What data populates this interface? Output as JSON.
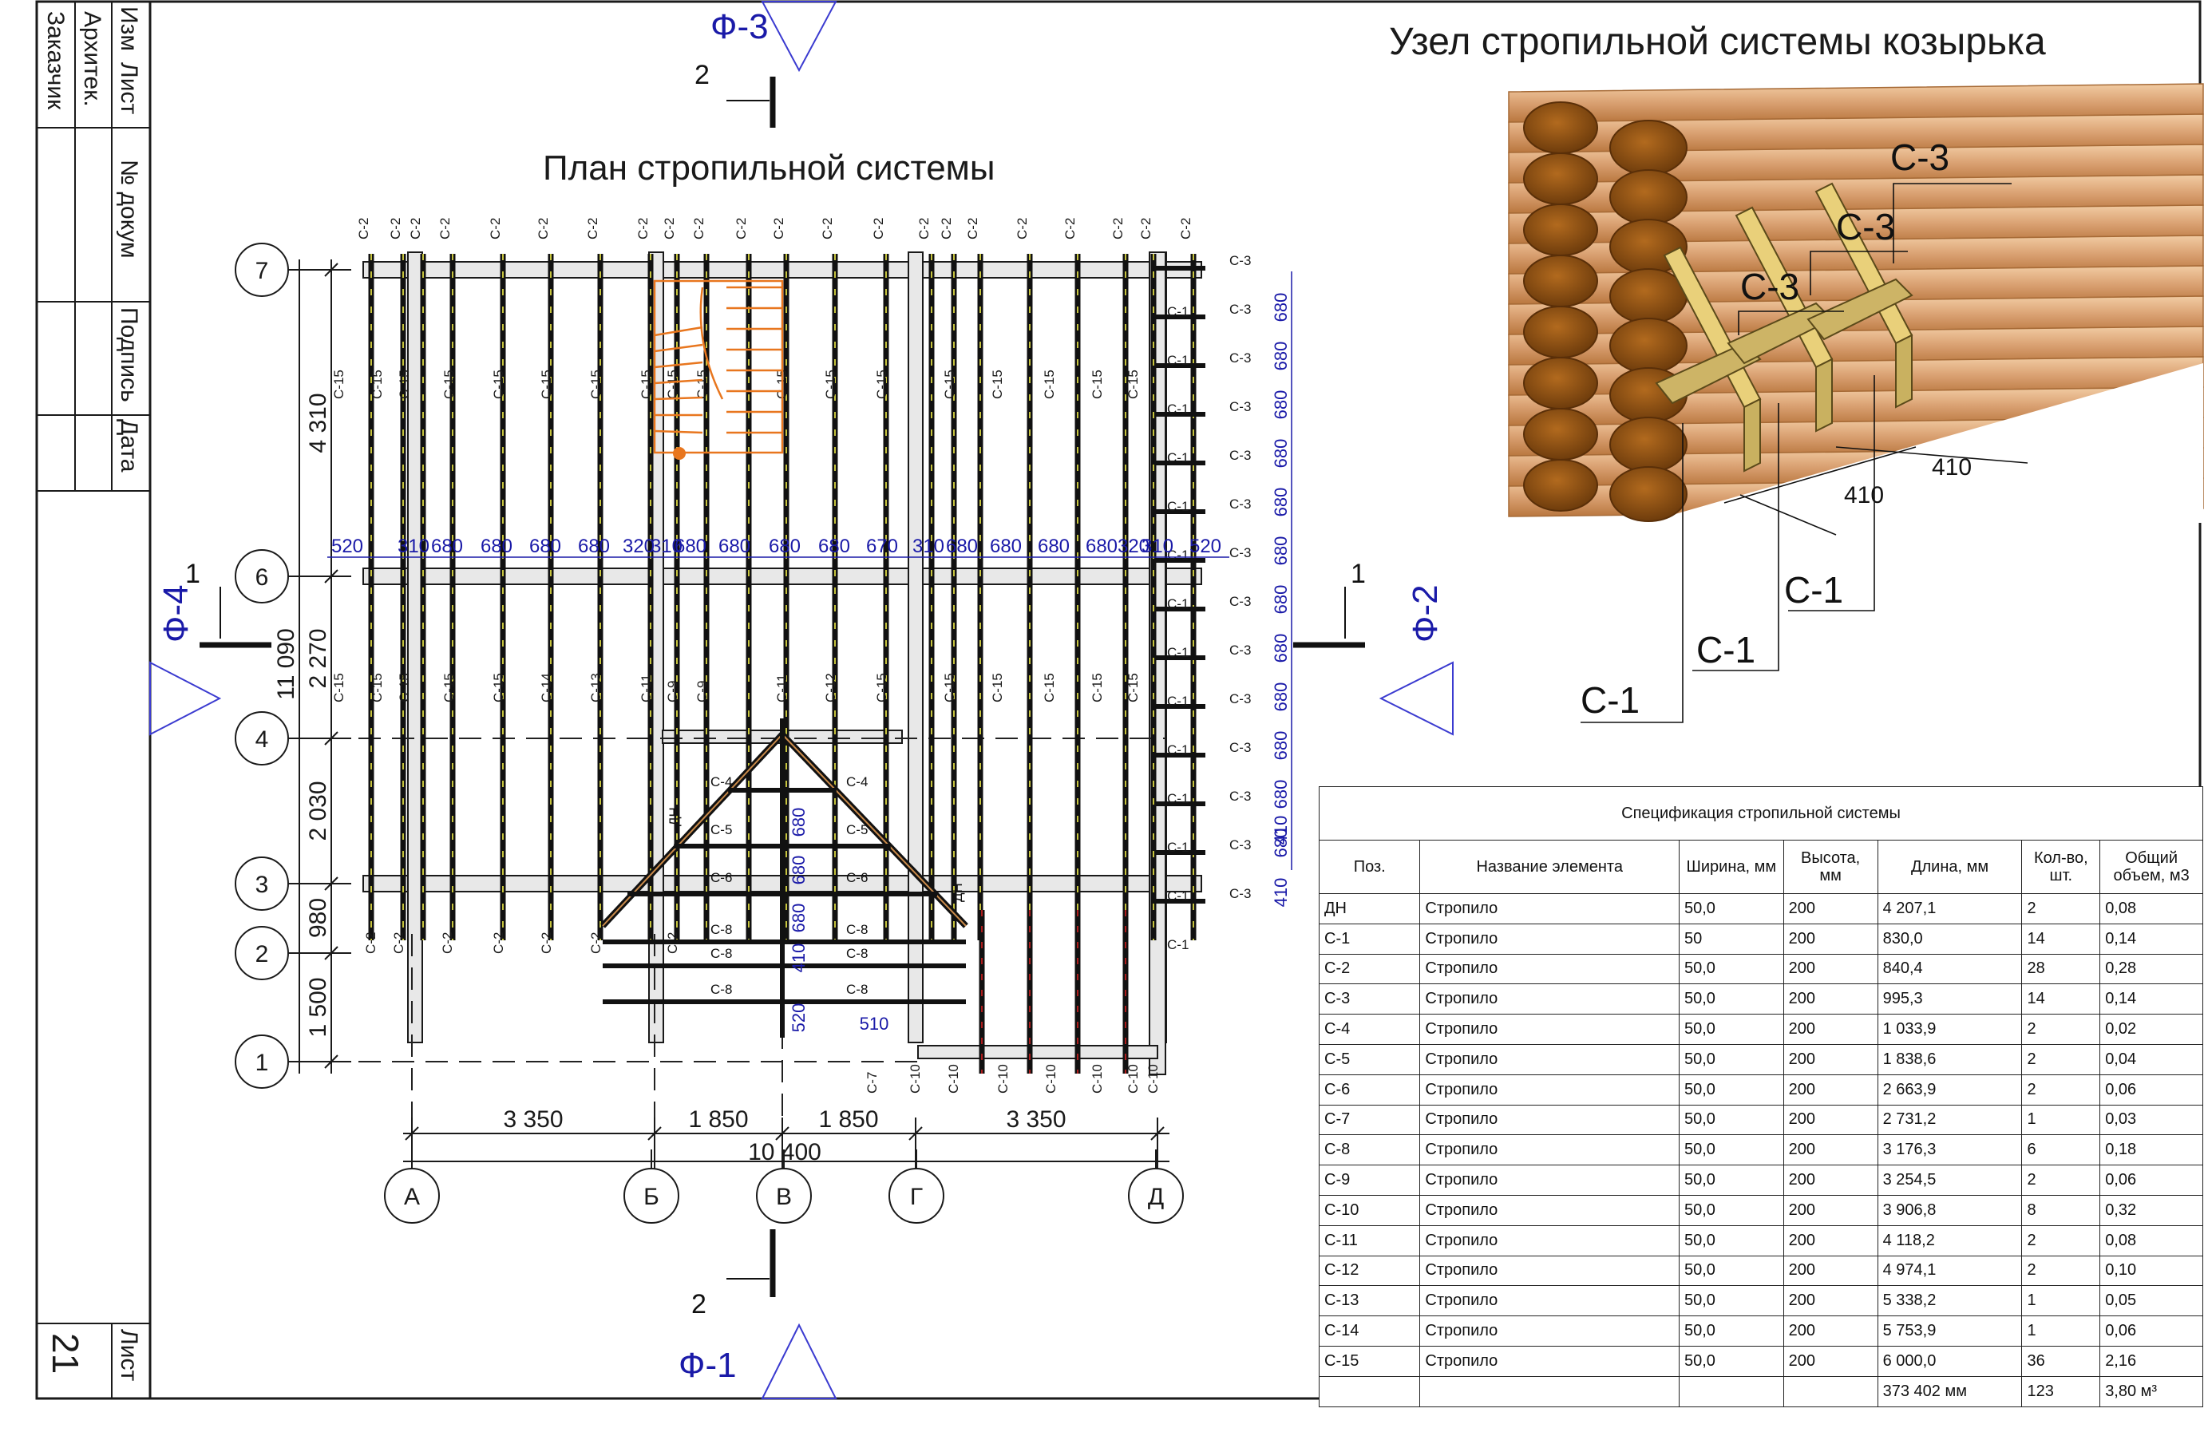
{
  "titleblock": {
    "izm": "Изм",
    "list": "Лист",
    "doc": "№ докум",
    "sign": "Подпись",
    "date": "Дата",
    "arch": "Архитек.",
    "client": "Заказчик",
    "sheet_label": "Лист",
    "sheet_no": "21"
  },
  "plan": {
    "title": "План стропильной системы",
    "facades": {
      "top": "Ф-3",
      "bottom": "Ф-1",
      "left": "Ф-4",
      "right": "Ф-2"
    },
    "section_marks": {
      "top": "2",
      "bottom": "2",
      "left": "1",
      "right": "1"
    },
    "axes_letters": [
      "А",
      "Б",
      "В",
      "Г",
      "Д"
    ],
    "axes_numbers": [
      "7",
      "6",
      "4",
      "3",
      "2",
      "1"
    ],
    "bottom_dims": [
      "3 350",
      "1 850",
      "1 850",
      "3 350"
    ],
    "bottom_total": "10 400",
    "left_dims": [
      "4 310",
      "2 270",
      "2 030",
      "980",
      "1 500"
    ],
    "left_total": "11 090",
    "spacing_row": [
      "520",
      "310",
      "680",
      "680",
      "680",
      "680",
      "320",
      "310",
      "680",
      "680",
      "680",
      "680",
      "670",
      "310",
      "680",
      "680",
      "680",
      "680",
      "320",
      "310",
      "520"
    ],
    "right_dims": [
      "680",
      "680",
      "680",
      "680",
      "680",
      "680",
      "680",
      "680",
      "680",
      "680",
      "680",
      "680",
      "410",
      "410"
    ],
    "center_dims": [
      "680",
      "680",
      "680",
      "410",
      "520"
    ],
    "dim_510": "510",
    "top_labels": [
      "С-2",
      "С-2",
      "С-2",
      "С-2",
      "С-2",
      "С-2",
      "С-2",
      "С-2",
      "С-2",
      "С-2",
      "С-2",
      "С-2",
      "С-2",
      "С-2",
      "С-2",
      "С-2",
      "С-2",
      "С-2",
      "С-2",
      "С-2",
      "С-2",
      "С-2"
    ],
    "upper_labels": [
      "С-15",
      "С-15",
      "С-15",
      "С-15",
      "С-15",
      "С-15",
      "С-15",
      "С-15",
      "С-15",
      "С-15",
      "С-15",
      "С-15",
      "С-15",
      "С-15",
      "С-15",
      "С-15",
      "С-15",
      "С-15"
    ],
    "mid_labels": [
      "С-15",
      "С-15",
      "С-15",
      "С-15",
      "С-15",
      "С-14",
      "С-13",
      "С-11",
      "С-9",
      "С-9",
      "С-11",
      "С-12",
      "С-15",
      "С-15",
      "С-15",
      "С-15",
      "С-15",
      "С-15"
    ],
    "bottom_labels": [
      "С-2",
      "С-2",
      "С-2",
      "С-2",
      "С-2",
      "С-2",
      "С-2"
    ],
    "c10_labels": [
      "С-7",
      "С-10",
      "С-10",
      "С-10",
      "С-10",
      "С-10",
      "С-10",
      "С-10"
    ],
    "c3_label": "С-3",
    "c1_label": "С-1",
    "gable_labels": [
      "С-4",
      "С-5",
      "С-6",
      "С-8",
      "С-8",
      "С-8",
      "С-4",
      "С-5",
      "С-6",
      "С-8",
      "С-8",
      "С-8"
    ],
    "dn_label": "ДН"
  },
  "node": {
    "title": "Узел стропильной системы козырька",
    "labels": [
      "С-3",
      "С-3",
      "С-3",
      "С-1",
      "С-1",
      "С-1"
    ],
    "dims": [
      "410",
      "410"
    ]
  },
  "spec": {
    "caption": "Спецификация стропильной системы",
    "headers": [
      "Поз.",
      "Название элемента",
      "Ширина, мм",
      "Высота, мм",
      "Длина, мм",
      "Кол-во, шт.",
      "Общий объем, м3"
    ],
    "rows": [
      [
        "ДН",
        "Стропило",
        "50,0",
        "200",
        "4 207,1",
        "2",
        "0,08"
      ],
      [
        "С-1",
        "Стропило",
        "50",
        "200",
        "830,0",
        "14",
        "0,14"
      ],
      [
        "С-2",
        "Стропило",
        "50,0",
        "200",
        "840,4",
        "28",
        "0,28"
      ],
      [
        "С-3",
        "Стропило",
        "50,0",
        "200",
        "995,3",
        "14",
        "0,14"
      ],
      [
        "С-4",
        "Стропило",
        "50,0",
        "200",
        "1 033,9",
        "2",
        "0,02"
      ],
      [
        "С-5",
        "Стропило",
        "50,0",
        "200",
        "1 838,6",
        "2",
        "0,04"
      ],
      [
        "С-6",
        "Стропило",
        "50,0",
        "200",
        "2 663,9",
        "2",
        "0,06"
      ],
      [
        "С-7",
        "Стропило",
        "50,0",
        "200",
        "2 731,2",
        "1",
        "0,03"
      ],
      [
        "С-8",
        "Стропило",
        "50,0",
        "200",
        "3 176,3",
        "6",
        "0,18"
      ],
      [
        "С-9",
        "Стропило",
        "50,0",
        "200",
        "3 254,5",
        "2",
        "0,06"
      ],
      [
        "С-10",
        "Стропило",
        "50,0",
        "200",
        "3 906,8",
        "8",
        "0,32"
      ],
      [
        "С-11",
        "Стропило",
        "50,0",
        "200",
        "4 118,2",
        "2",
        "0,08"
      ],
      [
        "С-12",
        "Стропило",
        "50,0",
        "200",
        "4 974,1",
        "2",
        "0,10"
      ],
      [
        "С-13",
        "Стропило",
        "50,0",
        "200",
        "5 338,2",
        "1",
        "0,05"
      ],
      [
        "С-14",
        "Стропило",
        "50,0",
        "200",
        "5 753,9",
        "1",
        "0,06"
      ],
      [
        "С-15",
        "Стропило",
        "50,0",
        "200",
        "6 000,0",
        "36",
        "2,16"
      ]
    ],
    "total": [
      "",
      "",
      "",
      "",
      "373 402 мм",
      "123",
      "3,80 м³"
    ]
  },
  "colors": {
    "line": "#1a1a1a",
    "blue": "#1a1aa8",
    "stair": "#e8761e",
    "wood_light": "#e7b98d",
    "wood_dark": "#8a4f12",
    "beam": "#e8e8e8"
  }
}
